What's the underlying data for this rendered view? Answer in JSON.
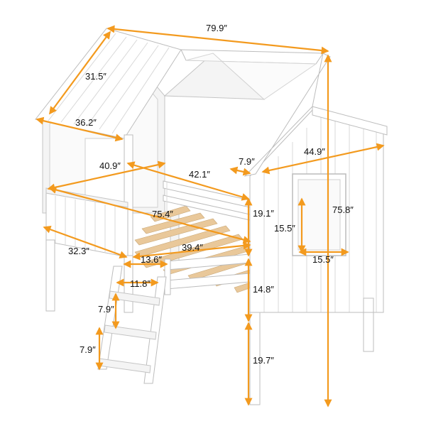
{
  "accent_color": "#F39A1E",
  "dimensions": {
    "total_length": "79.9″",
    "roof_slope": "31.5″",
    "roof_depth": "36.2″",
    "side_depth": "44.9″",
    "roof_overhang": "7.9″",
    "guard_height_front": "40.9″",
    "inner_length": "42.1″",
    "rail_height": "19.1″",
    "total_height": "75.8″",
    "mattress_length": "75.4″",
    "window_height": "15.5″",
    "window_width": "15.5″",
    "guard_length": "32.3″",
    "mattress_width": "39.4″",
    "ladder_opening": "13.6″",
    "ladder_width": "11.8″",
    "bed_height": "14.8″",
    "step_spacing_1": "7.9″",
    "step_spacing_2": "7.9″",
    "floor_clearance": "19.7″"
  }
}
